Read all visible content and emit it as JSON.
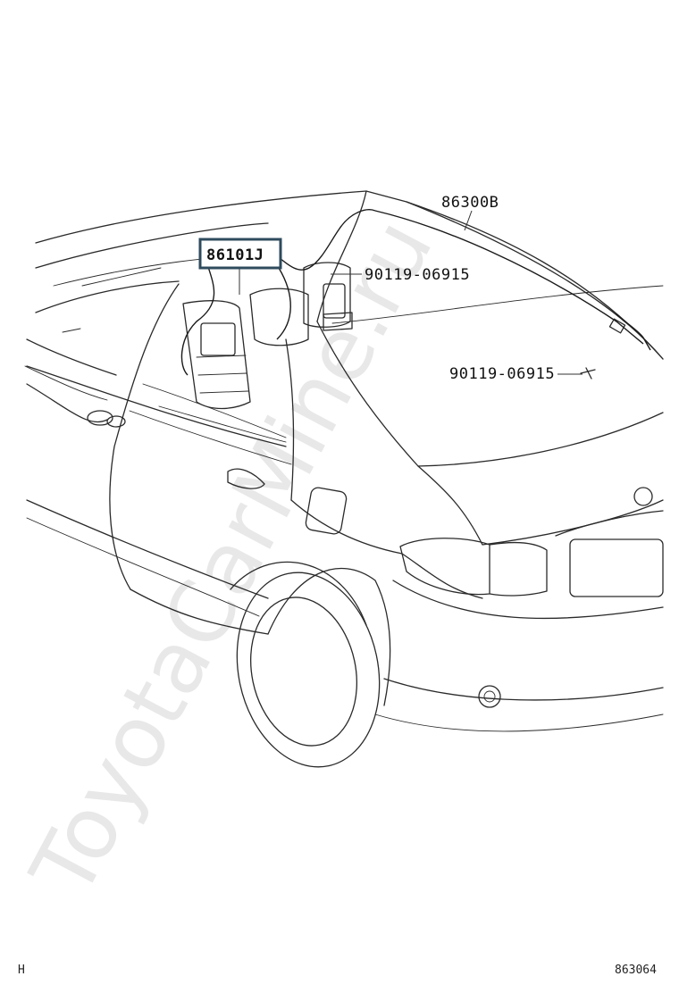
{
  "watermark": "ToyotaCarMine.ru",
  "parts": {
    "roof_antenna_cord": "86300B",
    "antenna_cord_sub_assy": "86101J",
    "bolt_upper": "90119-06915",
    "bolt_lower": "90119-06915"
  },
  "footer": {
    "left_mark": "H",
    "figure_code": "863064"
  },
  "colors": {
    "highlight_border": "#2f4b5e",
    "line_art": "#2a2a2a"
  }
}
